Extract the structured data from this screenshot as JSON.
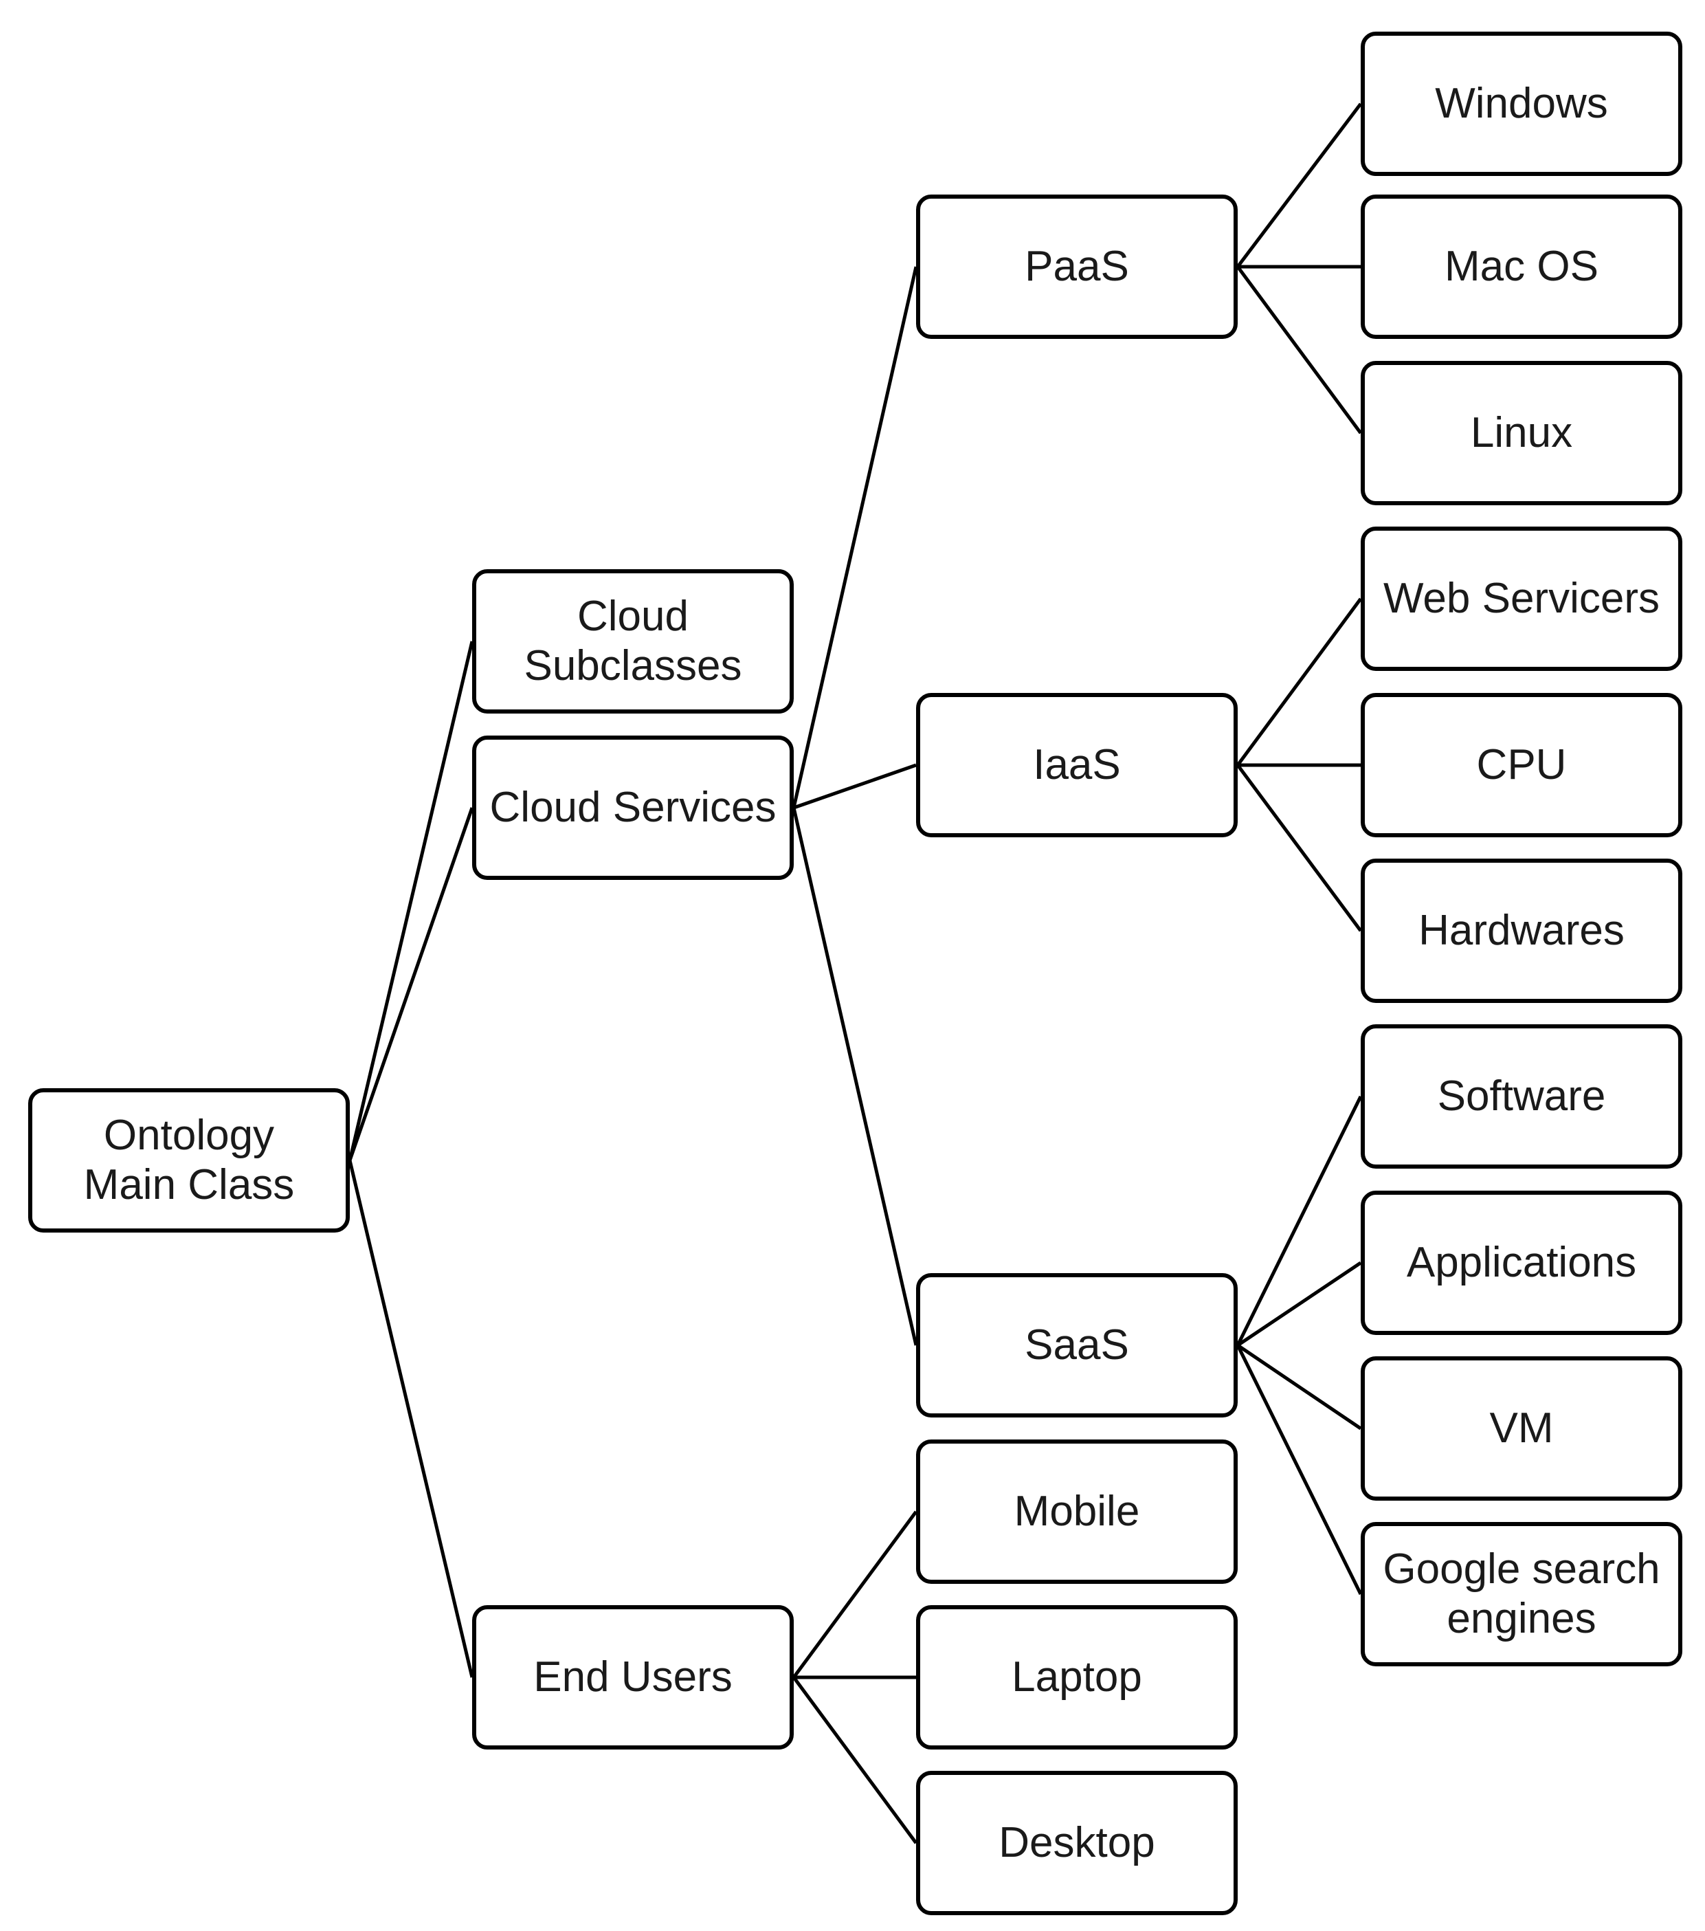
{
  "diagram": {
    "nodes": {
      "root": "Ontology\nMain Class",
      "cloud_subclasses": "Cloud\nSubclasses",
      "cloud_services": "Cloud Services",
      "end_users": "End Users",
      "paas": "PaaS",
      "iaas": "IaaS",
      "saas": "SaaS",
      "mobile": "Mobile",
      "laptop": "Laptop",
      "desktop": "Desktop",
      "windows": "Windows",
      "mac_os": "Mac OS",
      "linux": "Linux",
      "web_servicers": "Web Servicers",
      "cpu": "CPU",
      "hardwares": "Hardwares",
      "software": "Software",
      "applications": "Applications",
      "vm": "VM",
      "google_search_engines": "Google search\nengines"
    },
    "edges": [
      [
        "root",
        "cloud_subclasses"
      ],
      [
        "root",
        "cloud_services"
      ],
      [
        "root",
        "end_users"
      ],
      [
        "cloud_services",
        "paas"
      ],
      [
        "cloud_services",
        "iaas"
      ],
      [
        "cloud_services",
        "saas"
      ],
      [
        "end_users",
        "mobile"
      ],
      [
        "end_users",
        "laptop"
      ],
      [
        "end_users",
        "desktop"
      ],
      [
        "paas",
        "windows"
      ],
      [
        "paas",
        "mac_os"
      ],
      [
        "paas",
        "linux"
      ],
      [
        "iaas",
        "web_servicers"
      ],
      [
        "iaas",
        "cpu"
      ],
      [
        "iaas",
        "hardwares"
      ],
      [
        "saas",
        "software"
      ],
      [
        "saas",
        "applications"
      ],
      [
        "saas",
        "vm"
      ],
      [
        "saas",
        "google_search_engines"
      ]
    ]
  }
}
